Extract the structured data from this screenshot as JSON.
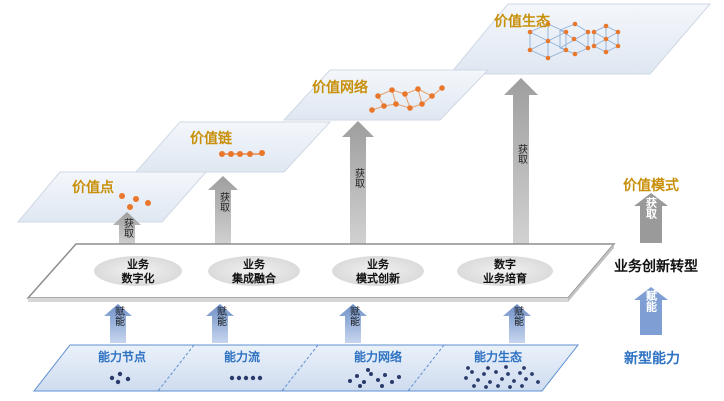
{
  "platforms": {
    "point": "价值点",
    "chain": "价值链",
    "network": "价值网络",
    "ecosystem": "价值生态"
  },
  "acquire_label": "获取",
  "enable_label": "赋能",
  "business": {
    "items": [
      {
        "line1": "业务",
        "line2": "数字化"
      },
      {
        "line1": "业务",
        "line2": "集成融合"
      },
      {
        "line1": "业务",
        "line2": "模式创新"
      },
      {
        "line1": "数字",
        "line2": "业务培育"
      }
    ]
  },
  "capabilities": {
    "items": [
      "能力节点",
      "能力流",
      "能力网络",
      "能力生态"
    ]
  },
  "right_legend": {
    "value_mode": "价值模式",
    "acquire": "获取",
    "transform": "业务创新转型",
    "enable": "赋能",
    "new_capability": "新型能力"
  },
  "colors": {
    "gold": "#c8900a",
    "orange_node": "#e8762b",
    "platform_fill": "#e8eef6",
    "gray_arrow": "#bdbdbd",
    "blue_arrow": "#8fa9d4",
    "blue_text": "#2e72c2",
    "capability_fill": "#dbe6f5",
    "dark_dot": "#2a3a6a"
  }
}
